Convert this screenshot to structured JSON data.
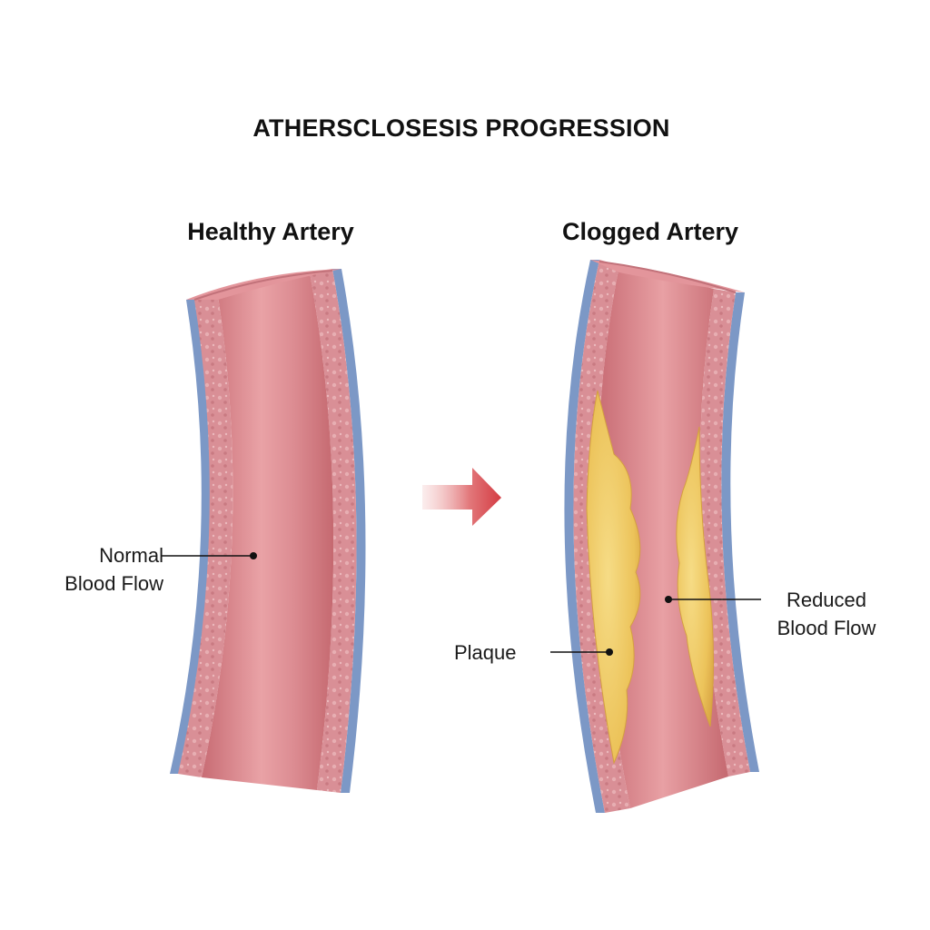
{
  "title": "ATHERSCLOSESIS PROGRESSION",
  "panels": {
    "healthy": {
      "title": "Healthy Artery",
      "callout": "Normal\nBlood Flow"
    },
    "clogged": {
      "title": "Clogged Artery",
      "callout_flow": "Reduced\nBlood Flow",
      "callout_plaque": "Plaque"
    }
  },
  "colors": {
    "outer_wall": "#7c98c6",
    "wall_tissue": "#d98f96",
    "lumen": "#d77f86",
    "lumen_highlight": "#f0b3b5",
    "plaque": "#eec75a",
    "arrow": "#d9444a"
  }
}
